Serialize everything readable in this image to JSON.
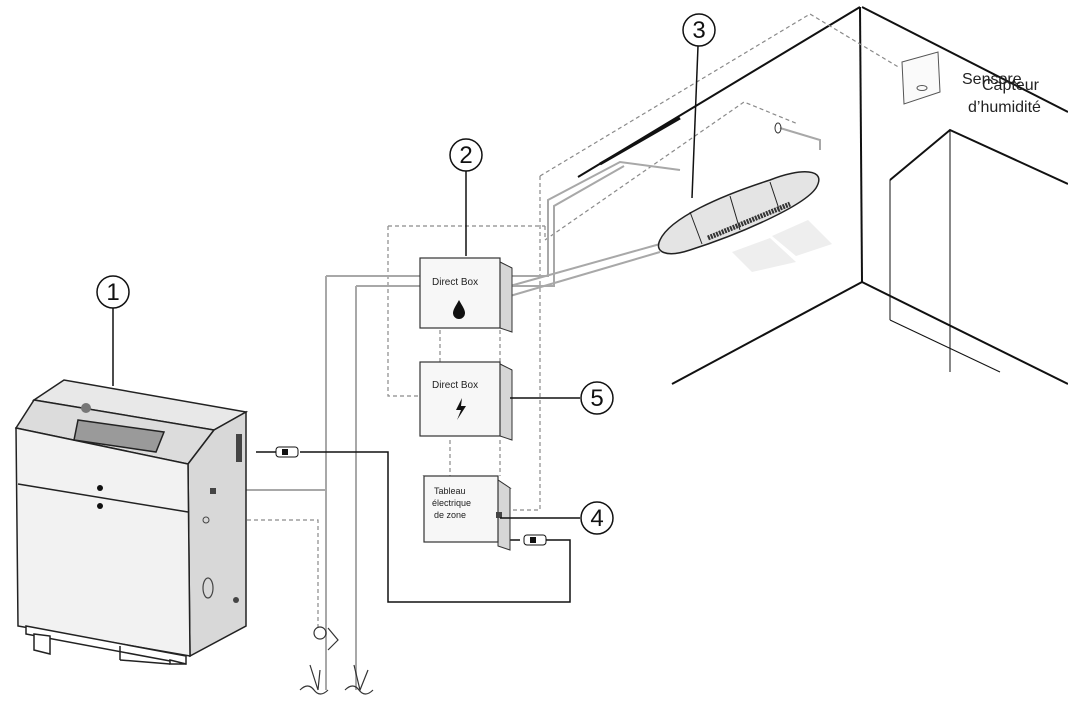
{
  "callouts": [
    "1",
    "2",
    "3",
    "4",
    "5"
  ],
  "boxes": {
    "direct_box_water": {
      "label": "Direct Box",
      "icon": "water-drop-icon"
    },
    "direct_box_power": {
      "label": "Direct Box",
      "icon": "lightning-bolt-icon"
    },
    "zone_panel": {
      "line1": "Tableau",
      "line2": "électrique",
      "line3": "de zone"
    }
  },
  "sensor": {
    "label_overlap": "Sensore",
    "label_line1": "Capteur",
    "label_line2": "d’humidité"
  },
  "colors": {
    "line": "#111111",
    "pipe": "#9a9a9a",
    "dashed": "#8a8a8a",
    "unit_fill": "#e8e8e8",
    "panel_fill": "#f4f4f4"
  }
}
